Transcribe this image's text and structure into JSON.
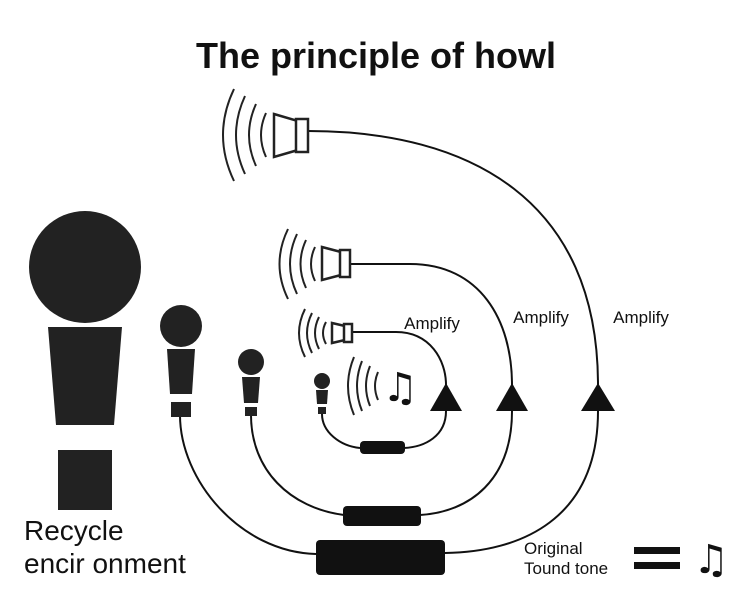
{
  "title": "The principle of howl",
  "amplifiers": [
    {
      "label": "Amplify"
    },
    {
      "label": "Amplify"
    },
    {
      "label": "Amplify"
    }
  ],
  "environment": {
    "line1": "Recycle",
    "line2": "encir onment"
  },
  "legend": {
    "line1": "Original",
    "line2": "Tound tone",
    "note": "♫"
  },
  "sound_note": "♫",
  "icons": [
    "microphone-icon",
    "speaker-icon",
    "sound-wave-icon",
    "amplifier-icon",
    "music-note-icon",
    "equals-icon"
  ]
}
